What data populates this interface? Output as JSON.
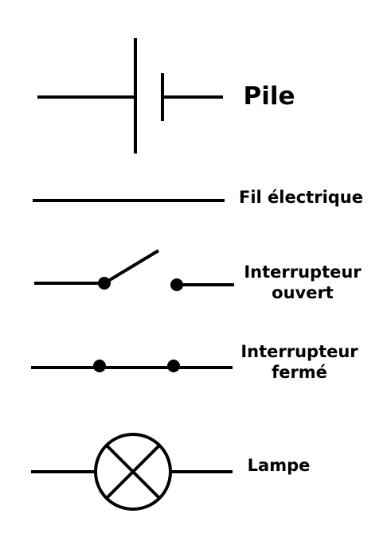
{
  "symbols": {
    "pile": {
      "label": "Pile"
    },
    "fil": {
      "label": "Fil électrique"
    },
    "interrupteur_ouvert": {
      "label_line1": "Interrupteur",
      "label_line2": "ouvert"
    },
    "interrupteur_ferme": {
      "label_line1": "Interrupteur",
      "label_line2": "fermé"
    },
    "lampe": {
      "label": "Lampe"
    }
  },
  "colors": {
    "stroke": "#000000",
    "background": "#ffffff"
  }
}
